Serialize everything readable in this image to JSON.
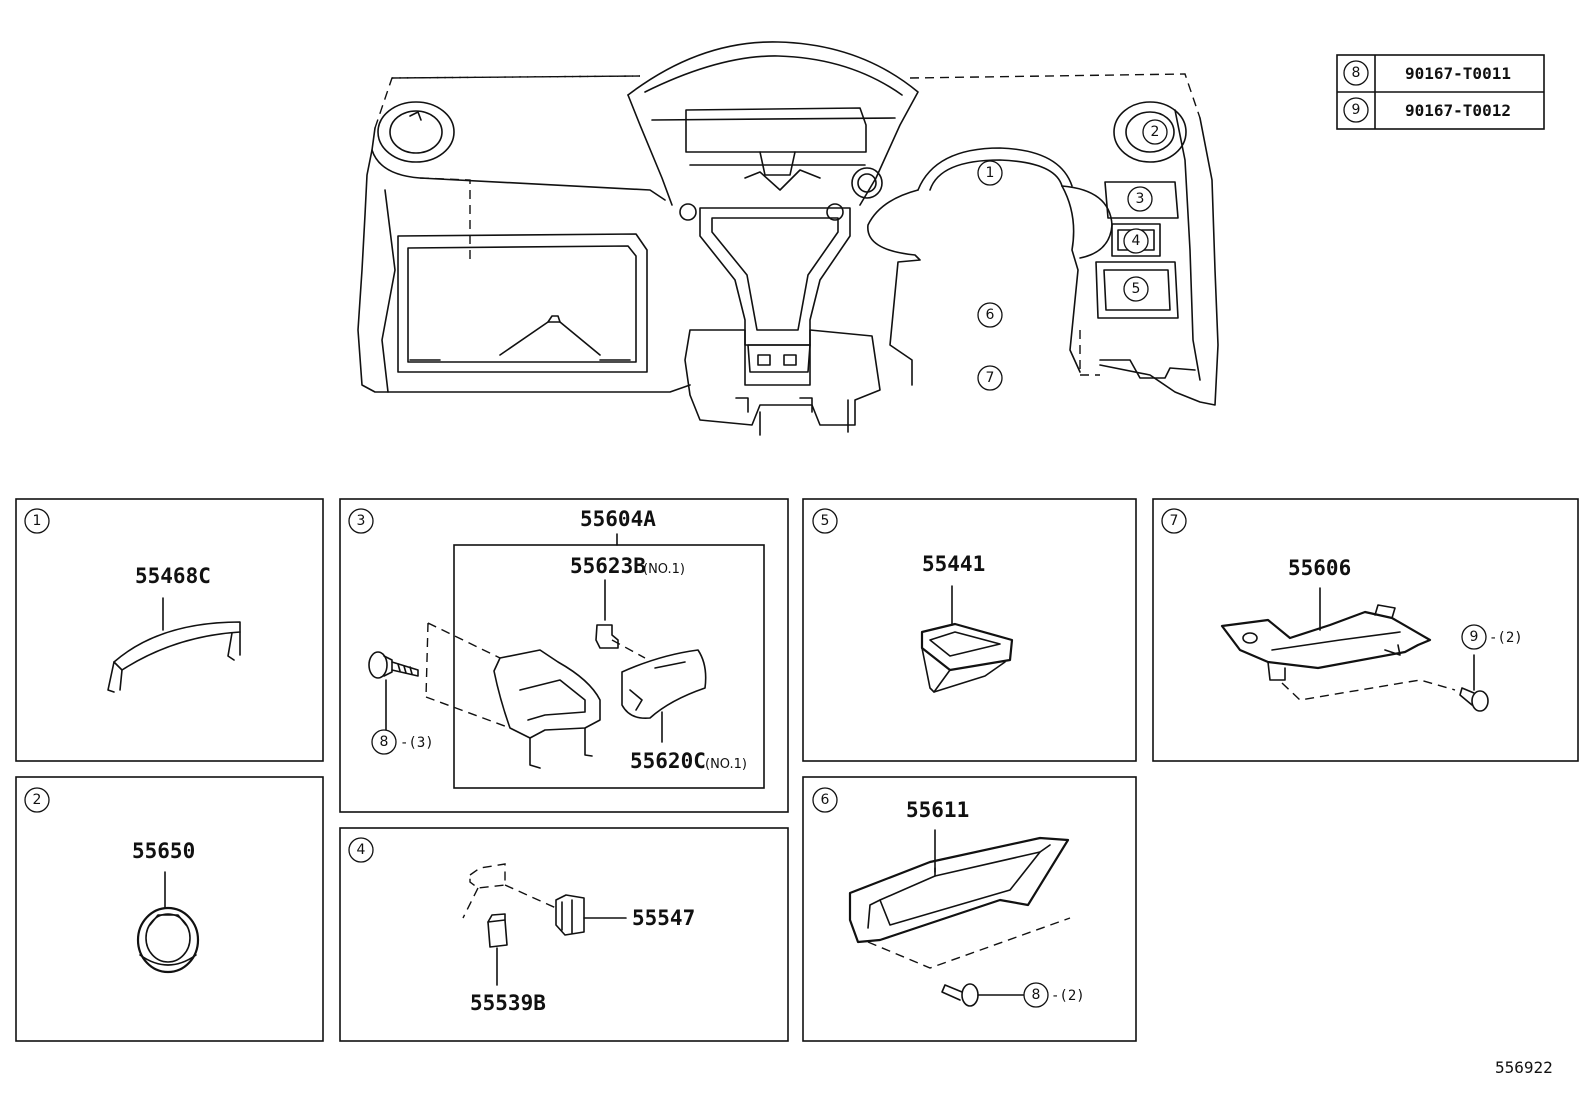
{
  "reference_table": [
    {
      "callout": "8",
      "part_number": "90167-T0011"
    },
    {
      "callout": "9",
      "part_number": "90167-T0012"
    }
  ],
  "overview_callouts": [
    "1",
    "2",
    "3",
    "4",
    "5",
    "6",
    "7"
  ],
  "panels": [
    {
      "callout": "1",
      "parts": [
        {
          "number": "55468C"
        }
      ]
    },
    {
      "callout": "2",
      "parts": [
        {
          "number": "55650"
        }
      ]
    },
    {
      "callout": "3",
      "assembly": "55604A",
      "parts": [
        {
          "number": "55623B",
          "note": "(NO.1)"
        },
        {
          "number": "55620C",
          "note": "(NO.1)"
        }
      ],
      "fastener": {
        "callout": "8",
        "qty": "-(3)"
      }
    },
    {
      "callout": "4",
      "parts": [
        {
          "number": "55547"
        },
        {
          "number": "55539B"
        }
      ]
    },
    {
      "callout": "5",
      "parts": [
        {
          "number": "55441"
        }
      ]
    },
    {
      "callout": "6",
      "parts": [
        {
          "number": "55611"
        }
      ],
      "fastener": {
        "callout": "8",
        "qty": "-(2)"
      }
    },
    {
      "callout": "7",
      "parts": [
        {
          "number": "55606"
        }
      ],
      "fastener": {
        "callout": "9",
        "qty": "-(2)"
      }
    }
  ],
  "document_id": "556922"
}
